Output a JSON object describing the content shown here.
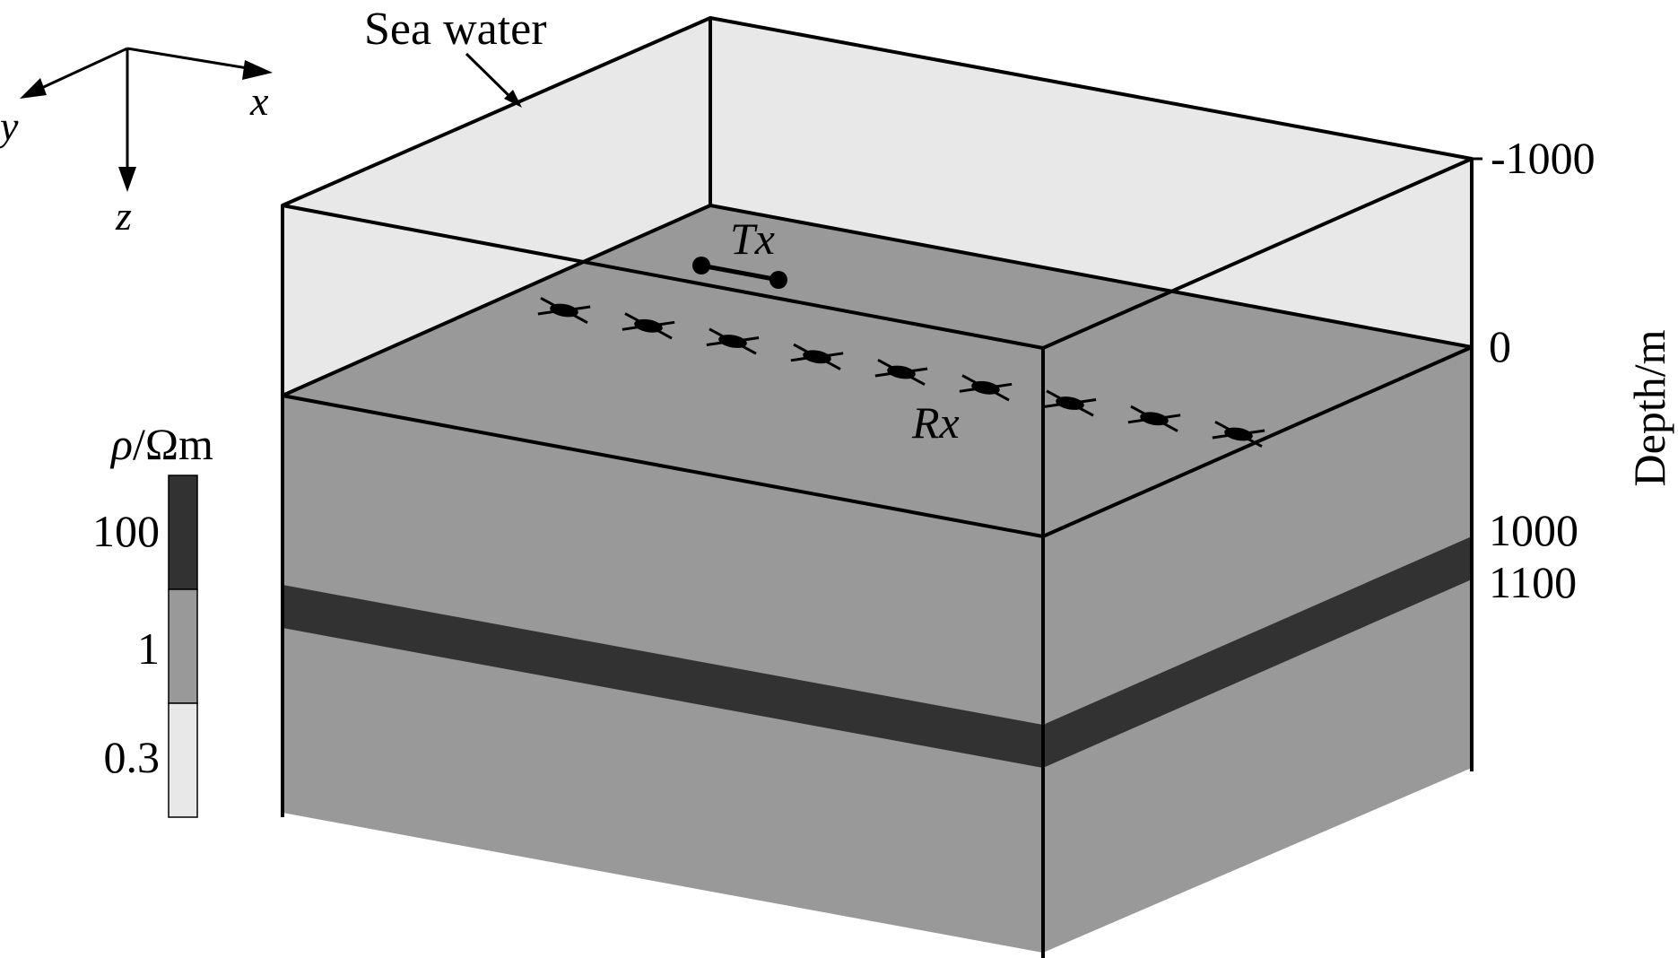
{
  "axes": {
    "x": "x",
    "y": "y",
    "z": "z"
  },
  "sea_water_label": "Sea water",
  "transmitter_label": "Tx",
  "receiver_label": "Rx",
  "receiver_count": 9,
  "depth_axis": {
    "title": "Depth/m",
    "ticks": [
      "-1000",
      "0",
      "1000",
      "1100"
    ]
  },
  "legend": {
    "symbol": "ρ",
    "unit": "/Ωm",
    "entries": [
      {
        "value": "100",
        "color": "#323232"
      },
      {
        "value": "1",
        "color": "#999999"
      },
      {
        "value": "0.3",
        "color": "#e8e8e8"
      }
    ]
  },
  "colors": {
    "sea_water": "#e8e8e8",
    "background_sediment": "#999999",
    "resistive_layer": "#323232",
    "line": "#000000"
  }
}
